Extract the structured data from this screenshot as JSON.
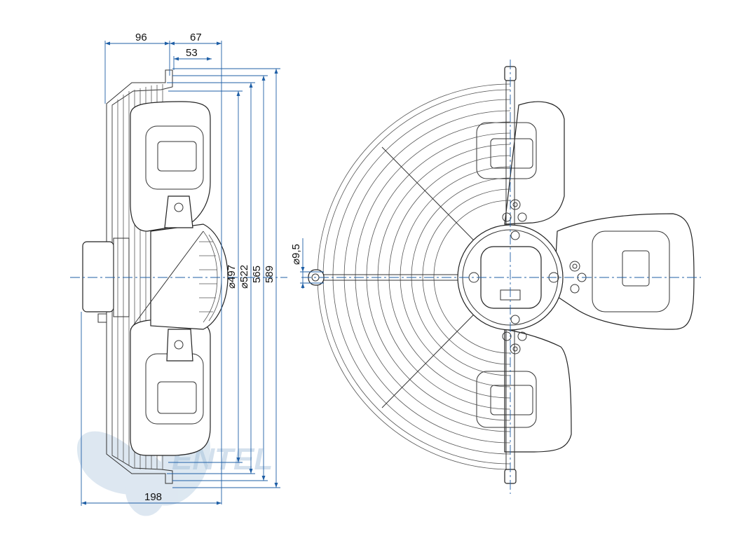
{
  "dimensions": {
    "top_width_96": "96",
    "top_width_67": "67",
    "top_width_53": "53",
    "bottom_depth_198": "198",
    "dia_497": "⌀497",
    "dia_522": "⌀522",
    "dia_565": "565",
    "dia_589": "589",
    "hole_9_5": "⌀9,5"
  },
  "watermark": {
    "text": "ENTEL"
  },
  "colors": {
    "dimension": "#1f5fa6",
    "outline": "#222222",
    "watermark": "#9fbcd8"
  }
}
